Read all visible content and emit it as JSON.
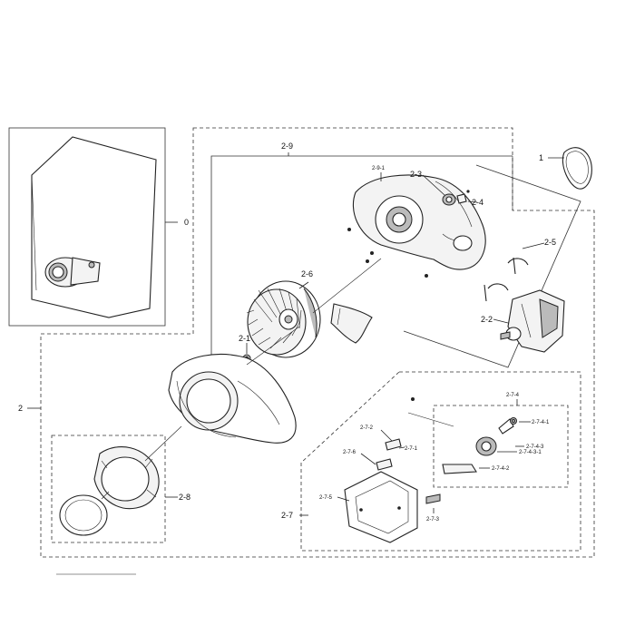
{
  "labels": {
    "l0": "0",
    "l1": "1",
    "l2": "2",
    "l2_1": "2-1",
    "l2_2": "2-2",
    "l2_3": "2-3",
    "l2_4": "2-4",
    "l2_5": "2-5",
    "l2_6": "2-6",
    "l2_7": "2-7",
    "l2_7_1": "2-7-1",
    "l2_7_2": "2-7-2",
    "l2_7_3": "2-7-3",
    "l2_7_4": "2-7-4",
    "l2_7_4_1": "2-7-4-1",
    "l2_7_4_2": "2-7-4-2",
    "l2_7_4_3": "2-7-4-3",
    "l2_7_4_3_1": "2-7-4-3-1",
    "l2_7_5": "2-7-5",
    "l2_7_6": "2-7-6",
    "l2_8": "2-8",
    "l2_9": "2-9",
    "l2_9_1": "2-9-1"
  }
}
